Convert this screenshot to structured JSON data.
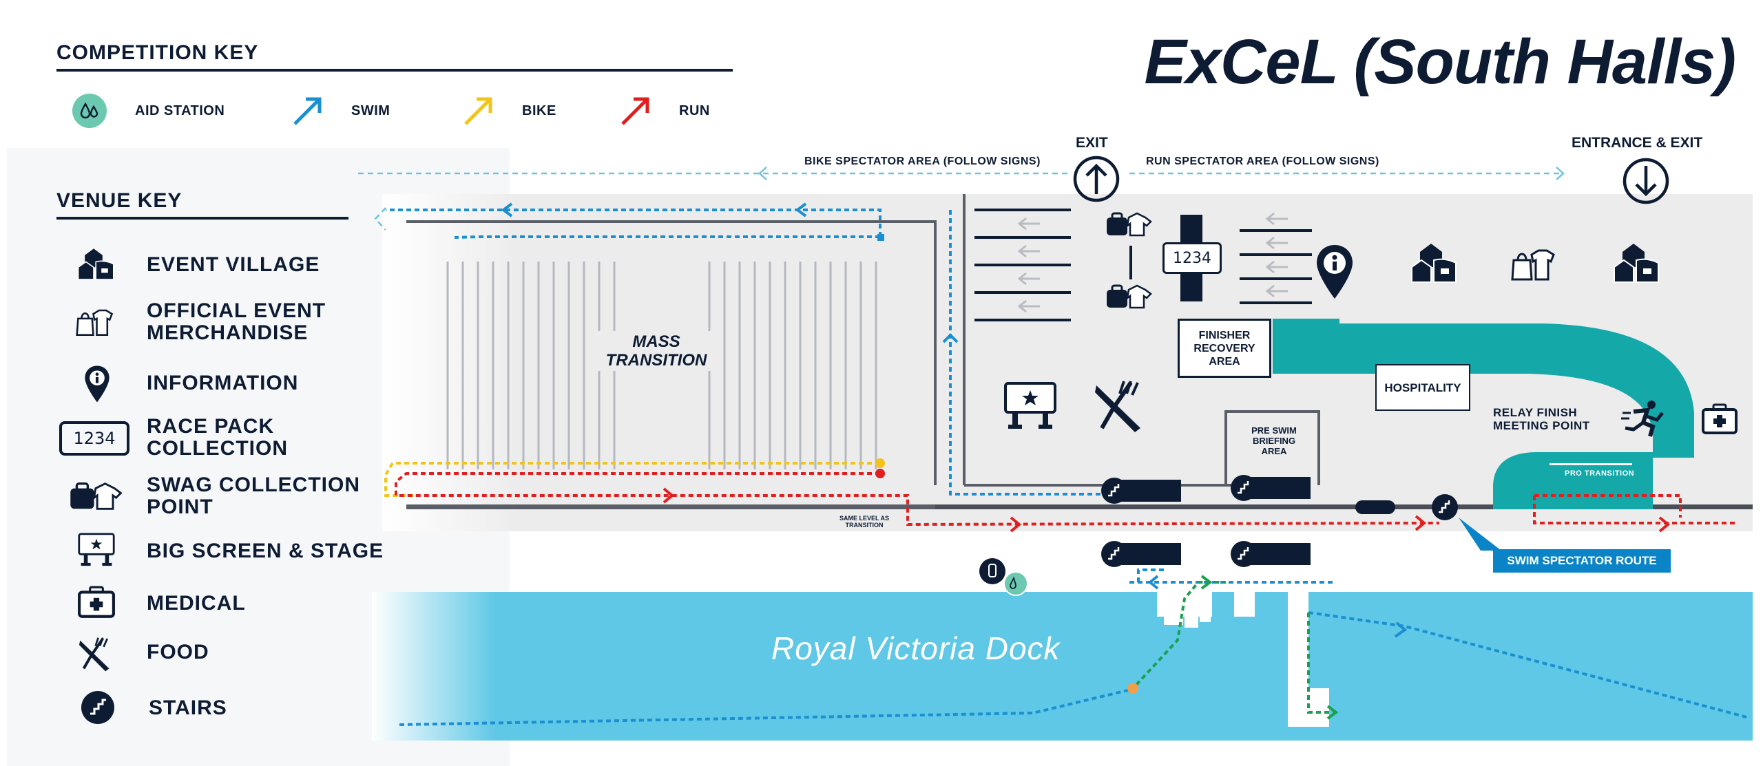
{
  "map_title": "ExCeL (South Halls)",
  "competition_key": {
    "heading": "COMPETITION KEY",
    "items": [
      {
        "label": "AID STATION",
        "icon": "aid-station-icon",
        "color": "#6cc9b0"
      },
      {
        "label": "SWIM",
        "icon": "swim-arrow-icon",
        "color": "#1a8fd1"
      },
      {
        "label": "BIKE",
        "icon": "bike-arrow-icon",
        "color": "#f2c418"
      },
      {
        "label": "RUN",
        "icon": "run-arrow-icon",
        "color": "#e02020"
      }
    ]
  },
  "venue_key": {
    "heading": "VENUE KEY",
    "items": [
      {
        "label": "EVENT VILLAGE",
        "icon": "event-village-icon"
      },
      {
        "label": "OFFICIAL EVENT MERCHANDISE",
        "icon": "merchandise-icon"
      },
      {
        "label": "INFORMATION",
        "icon": "information-icon"
      },
      {
        "label": "RACE PACK COLLECTION",
        "icon": "race-pack-icon"
      },
      {
        "label": "SWAG COLLECTION POINT",
        "icon": "swag-icon"
      },
      {
        "label": "BIG SCREEN & STAGE",
        "icon": "big-screen-icon"
      },
      {
        "label": "MEDICAL",
        "icon": "medical-icon"
      },
      {
        "label": "FOOD",
        "icon": "food-icon"
      },
      {
        "label": "STAIRS",
        "icon": "stairs-icon"
      }
    ]
  },
  "map": {
    "exit_label": "EXIT",
    "entrance_exit_label": "ENTRANCE & EXIT",
    "bike_spectator_area": "BIKE SPECTATOR AREA (FOLLOW SIGNS)",
    "run_spectator_area": "RUN SPECTATOR AREA (FOLLOW SIGNS)",
    "mass_transition": "MASS TRANSITION",
    "finisher_recovery_area": "FINISHER RECOVERY AREA",
    "hospitality": "HOSPITALITY",
    "relay_finish_meeting_point": "RELAY FINISH MEETING POINT",
    "pre_swim_briefing_area": "PRE SWIM BRIEFING AREA",
    "pro_transition": "PRO TRANSITION",
    "same_level_as_transition": "SAME LEVEL AS TRANSITION",
    "swim_spectator_route": "SWIM SPECTATOR ROUTE",
    "dock_name": "Royal Victoria Dock",
    "race_number": "1234"
  },
  "colors": {
    "navy": "#0d1b33",
    "water": "#5fc8e6",
    "teal": "#14a8a8",
    "swim": "#1a8fd1",
    "bike": "#f2c418",
    "run": "#e02020",
    "green_route": "#1aa050",
    "hall_floor": "#ececec"
  }
}
